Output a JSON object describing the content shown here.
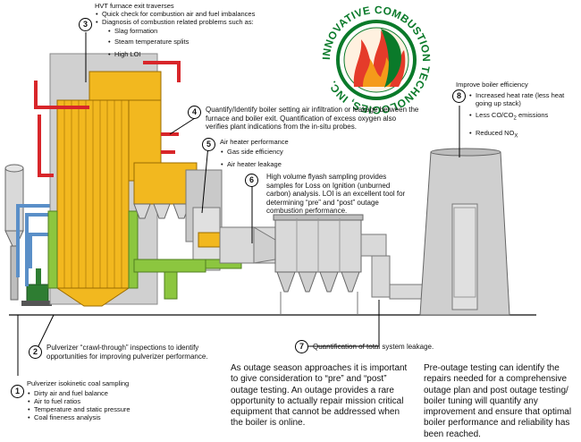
{
  "logo": {
    "text": "INNOVATIVE COMBUSTION TECHNOLOGIES, INC."
  },
  "callouts": [
    {
      "num": "1",
      "title": "Pulverizer isokinetic coal sampling",
      "items": [
        "Dirty air and fuel balance",
        "Air to fuel ratios",
        "Temperature and static pressure",
        "Coal fineness analysis"
      ]
    },
    {
      "num": "2",
      "text": "Pulverizer “crawl-through” inspections to identify opportunities for improving pulverizer performance."
    },
    {
      "num": "3",
      "title": "HVT furnace exit traverses",
      "items": [
        "Quick check for combustion air and fuel imbalances",
        "Diagnosis of combustion related problems such as:"
      ],
      "subitems": [
        "Slag formation",
        "Steam temperature splits",
        "High LOI"
      ]
    },
    {
      "num": "4",
      "text": "Quantify/Identify boiler setting air infiltration or leakage between the furnace and boiler exit. Quantification of excess oxygen also verifies plant indications from the in-situ probes."
    },
    {
      "num": "5",
      "title": "Air heater performance",
      "items": [
        "Gas side efficiency",
        "Air heater leakage"
      ]
    },
    {
      "num": "6",
      "text": "High volume flyash sampling provides samples for Loss on Ignition (unburned carbon) analysis.  LOI is an excellent tool for determining “pre” and “post” outage combustion performance."
    },
    {
      "num": "7",
      "text": "Quantification of total system leakage."
    },
    {
      "num": "8",
      "title": "Improve boiler efficiency",
      "items": [
        "Increased heat rate (less heat going up stack)",
        "Less CO/CO2 emissions",
        "Reduced NOX"
      ]
    }
  ],
  "paragraphs": {
    "left": "As outage season approaches it is important to give consideration to “pre” and “post” outage testing. An outage provides a rare opportunity to actually repair mission critical equipment  that cannot be addressed when the boiler is online.",
    "right": "Pre-outage testing can identify the repairs needed for a comprehensive outage plan and post outage testing/ boiler tuning will quantify any improvement and ensure that optimal boiler performance and reliability has been reached."
  },
  "colors": {
    "boiler": "#f2b81f",
    "hot_pipe": "#d8262a",
    "cold_pipe": "#5a8fc8",
    "duct": "#c9c9c9",
    "green": "#8cc63f",
    "dark_green": "#2e7d32",
    "flame": "#e53b2a"
  }
}
